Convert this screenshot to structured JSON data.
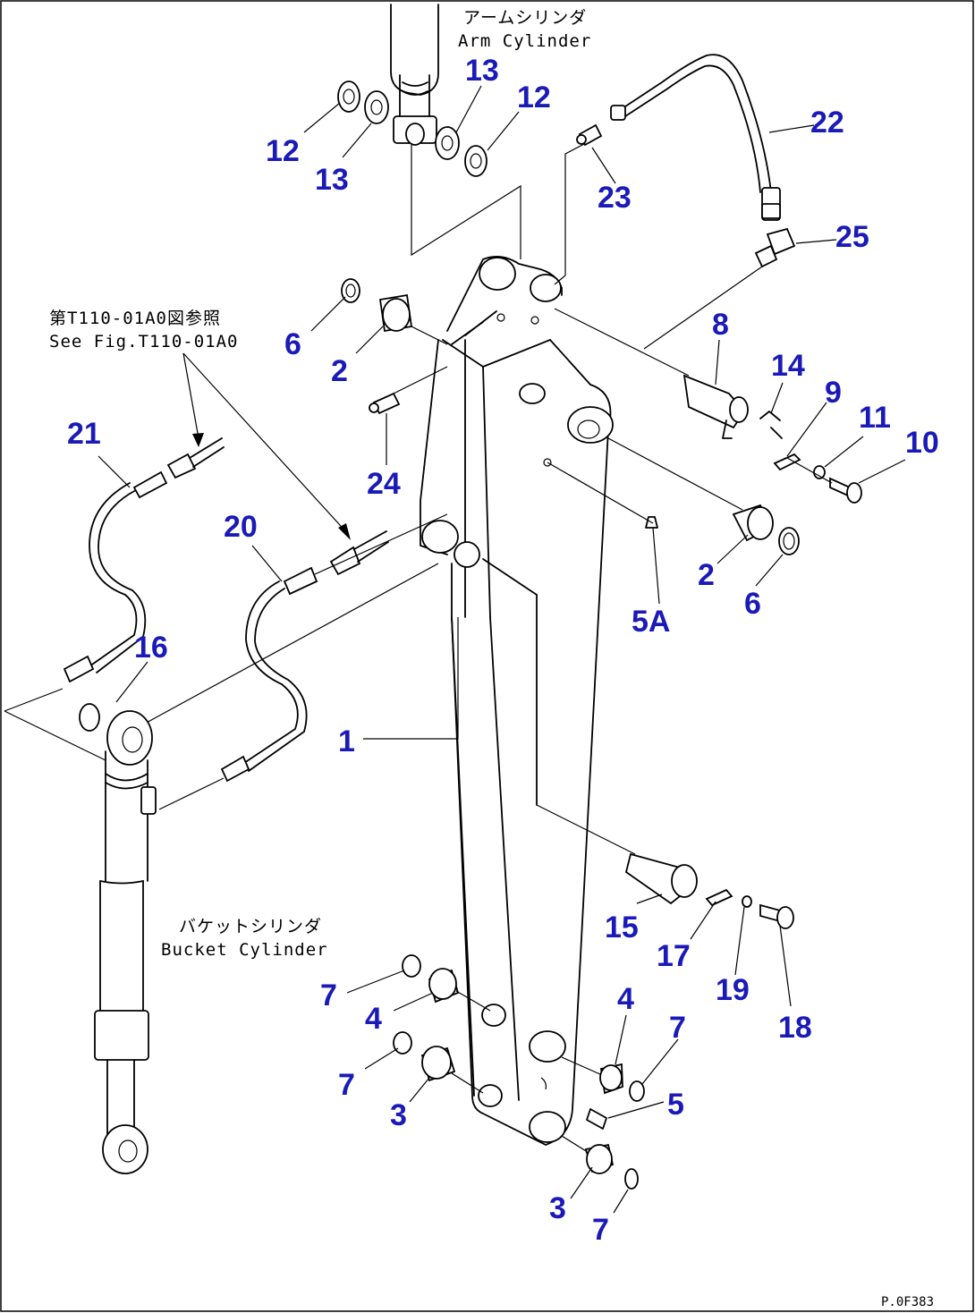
{
  "callouts": {
    "c1": "1",
    "c2a": "2",
    "c2b": "2",
    "c3a": "3",
    "c3b": "3",
    "c4a": "4",
    "c4b": "4",
    "c5": "5",
    "c5a": "5A",
    "c6a": "6",
    "c6b": "6",
    "c7a": "7",
    "c7b": "7",
    "c7c": "7",
    "c7d": "7",
    "c8": "8",
    "c9": "9",
    "c10": "10",
    "c11": "11",
    "c12a": "12",
    "c12b": "12",
    "c13a": "13",
    "c13b": "13",
    "c14": "14",
    "c15": "15",
    "c16": "16",
    "c17": "17",
    "c18": "18",
    "c19": "19",
    "c20": "20",
    "c21": "21",
    "c22": "22",
    "c23": "23",
    "c24": "24",
    "c25": "25"
  },
  "labels": {
    "arm_cylinder_jp": "アームシリンダ",
    "arm_cylinder_en": "Arm Cylinder",
    "see_fig_jp": "第T110-01A0図参照",
    "see_fig_en": "See Fig.T110-01A0",
    "bucket_cylinder_jp": "バケットシリンダ",
    "bucket_cylinder_en": "Bucket Cylinder",
    "drawing_code": "P.0F383"
  }
}
